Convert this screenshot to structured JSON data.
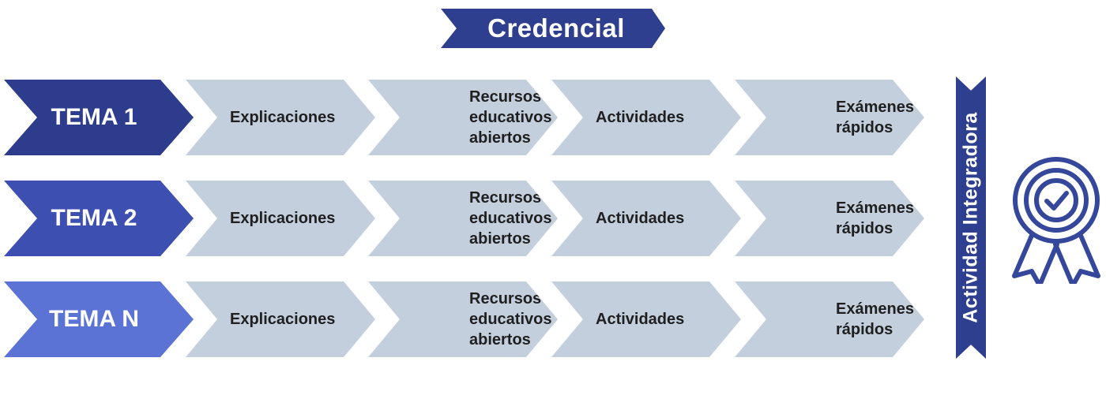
{
  "header": {
    "label": "Credencial",
    "color": "#2f3f8f"
  },
  "side_band": {
    "label": "Actividad Integradora",
    "color": "#2f3f8f"
  },
  "step_color": "#c3cfdd",
  "rows": [
    {
      "topic": "TEMA 1",
      "color": "#2d3c8c",
      "steps": {
        "explicaciones": "Explicaciones",
        "recursos": [
          "Recursos",
          "educativos",
          "abiertos"
        ],
        "actividades": "Actividades",
        "examenes": [
          "Exámenes",
          "rápidos"
        ]
      }
    },
    {
      "topic": "TEMA 2",
      "color": "#3d4fb0",
      "steps": {
        "explicaciones": "Explicaciones",
        "recursos": [
          "Recursos",
          "educativos",
          "abiertos"
        ],
        "actividades": "Actividades",
        "examenes": [
          "Exámenes",
          "rápidos"
        ]
      }
    },
    {
      "topic": "TEMA N",
      "color": "#5c73d6",
      "steps": {
        "explicaciones": "Explicaciones",
        "recursos": [
          "Recursos",
          "educativos",
          "abiertos"
        ],
        "actividades": "Actividades",
        "examenes": [
          "Exámenes",
          "rápidos"
        ]
      }
    }
  ],
  "icon": "award-ribbon-check-icon"
}
